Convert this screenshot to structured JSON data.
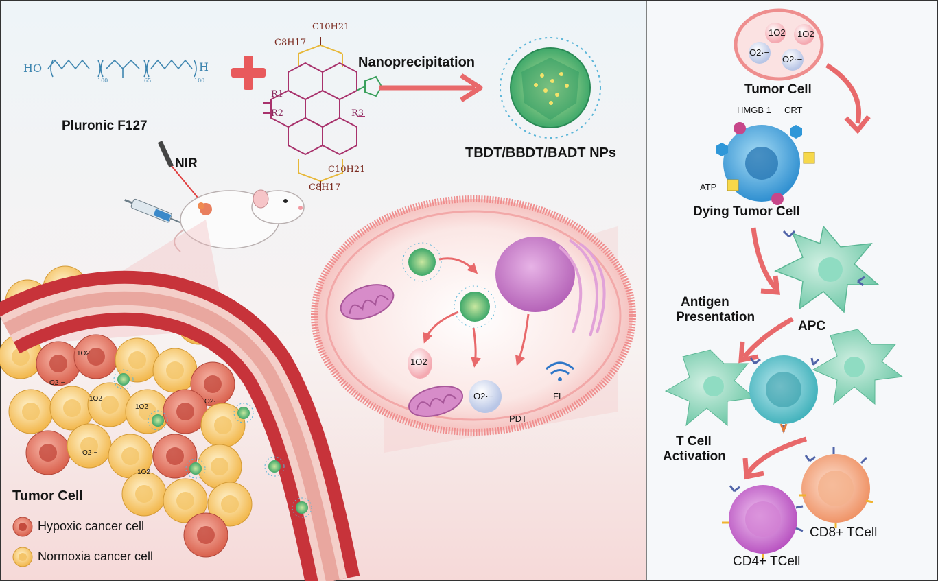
{
  "left_panel": {
    "polymer_formula": {
      "ho": "HO",
      "sub1": "100",
      "sub2": "65",
      "sub3": "100",
      "h": "H"
    },
    "polymer_name": "Pluronic F127",
    "plus_sign": "+",
    "dye_labels": {
      "top_chain_1": "C10H21",
      "top_chain_2": "C8H17",
      "r1": "R1",
      "r2": "R2",
      "r3": "R3",
      "bottom_chain_1": "C10H21",
      "bottom_chain_2": "C8H17"
    },
    "process_label": "Nanoprecipitation",
    "nanoparticle_label": "TBDT/BBDT/BADT NPs",
    "laser_label": "NIR",
    "cell_detail": {
      "singlet_oxygen": "1O2",
      "superoxide": "O2·−",
      "pdt": "PDT",
      "fl": "FL"
    },
    "tissue_ros": [
      "1O2",
      "O2·−",
      "1O2",
      "1O2",
      "O2·−",
      "O2·−",
      "1O2"
    ],
    "legend": {
      "title": "Tumor Cell",
      "items": [
        {
          "label": "Hypoxic cancer cell",
          "color": "#d9604c"
        },
        {
          "label": "Normoxia cancer cell",
          "color": "#f2b64a"
        }
      ]
    }
  },
  "right_panel": {
    "tumor_cell_ros": [
      "1O2",
      "1O2",
      "O2·−",
      "O2·−"
    ],
    "tumor_cell_label": "Tumor Cell",
    "dying_cell_markers": {
      "hmgb": "HMGB 1",
      "crt": "CRT",
      "atp": "ATP"
    },
    "dying_cell_label": "Dying Tumor Cell",
    "antigen_presentation": [
      "Antigen",
      "Presentation"
    ],
    "apc_label": "APC",
    "t_cell_activation": [
      "T Cell",
      "Activation"
    ],
    "cd8_label": "CD8+ TCell",
    "cd4_label": "CD4+ TCell"
  },
  "colors": {
    "arrow": "#e8696b",
    "vessel": "#c7333a",
    "nanoparticle": "#3fa86a",
    "apc": "#7fd0b3",
    "dying_cell": "#3aa2dd",
    "cd4": "#c458c8",
    "cd8": "#f0946a"
  }
}
